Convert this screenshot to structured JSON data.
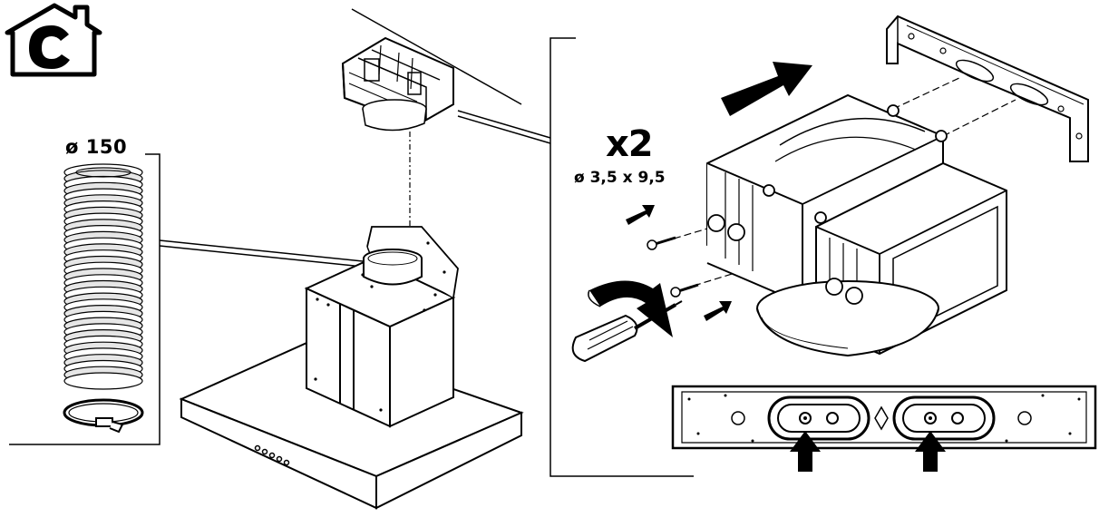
{
  "labels": {
    "duct_diameter": "ø 150",
    "screw_quantity": "x2",
    "screw_size": "ø 3,5 x 9,5"
  },
  "icons": {
    "mode": "home-c-icon",
    "direction": "arrow-right-icon",
    "push": "arrow-up-icon",
    "rotate": "curved-arrow-icon"
  },
  "colors": {
    "stroke": "#000000",
    "fill": "#ffffff",
    "shade": "#d9d9d9"
  }
}
